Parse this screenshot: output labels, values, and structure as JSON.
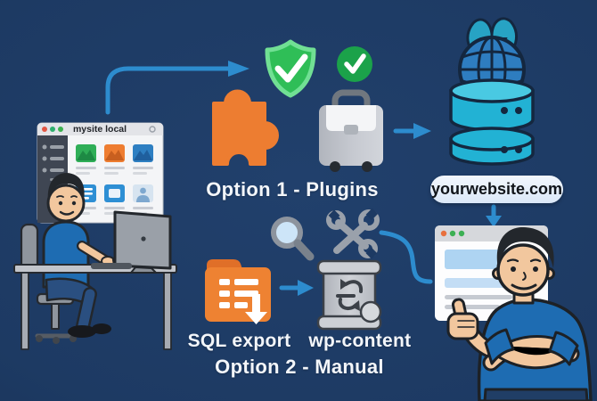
{
  "scene": {
    "background_color": "#1d3a63",
    "arrow_color": "#2d8cce"
  },
  "local_browser": {
    "title": "mysite local"
  },
  "option_plugins": {
    "label": "Option 1 - Plugins"
  },
  "domain": {
    "label": "yourwebsite.com"
  },
  "option_manual": {
    "sql_label": "SQL export",
    "wp_content_label": "wp-content",
    "label": "Option 2 - Manual"
  },
  "icons": {
    "shield-check-icon": "#35c05d",
    "check-circle-icon": "#1ba24a",
    "plugin-puzzle-icon": "#ed7d31",
    "migration-suitcase-icon": "#c3c7cd",
    "wordpress-icon": "#27a3c4",
    "globe-icon": "#2e7dc0",
    "server-icon": "#22b2d4",
    "search-magnifier-icon": "#8d949e",
    "tools-icon": "#9aa1ab",
    "sql-folder-icon": "#ee8232",
    "wp-content-container-icon": "#c6c9ce"
  }
}
